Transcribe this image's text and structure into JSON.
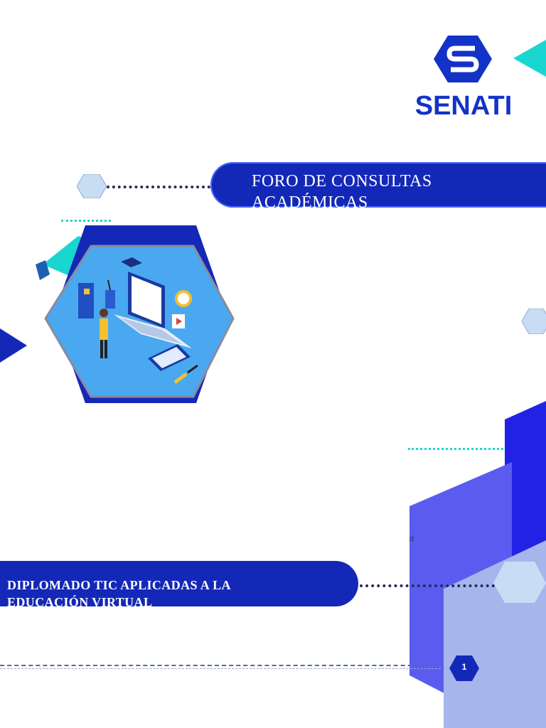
{
  "logo": {
    "text": "SENATI",
    "color": "#1332c8"
  },
  "title": {
    "line1": "FORO DE CONSULTAS",
    "line2": "ACADÉMICAS"
  },
  "subtitle": {
    "line1": "DIPLOMADO TIC APLICADAS A LA",
    "line2": "EDUCACIÓN VIRTUAL"
  },
  "fragment": "d",
  "page": {
    "number": "1"
  },
  "colors": {
    "primary": "#1428b8",
    "accent_cyan": "#19d6d0",
    "light_blue": "#c8dcf4",
    "violet": "#5a5cf0"
  },
  "illustration": {
    "icon": "study-laptop-illustration"
  }
}
